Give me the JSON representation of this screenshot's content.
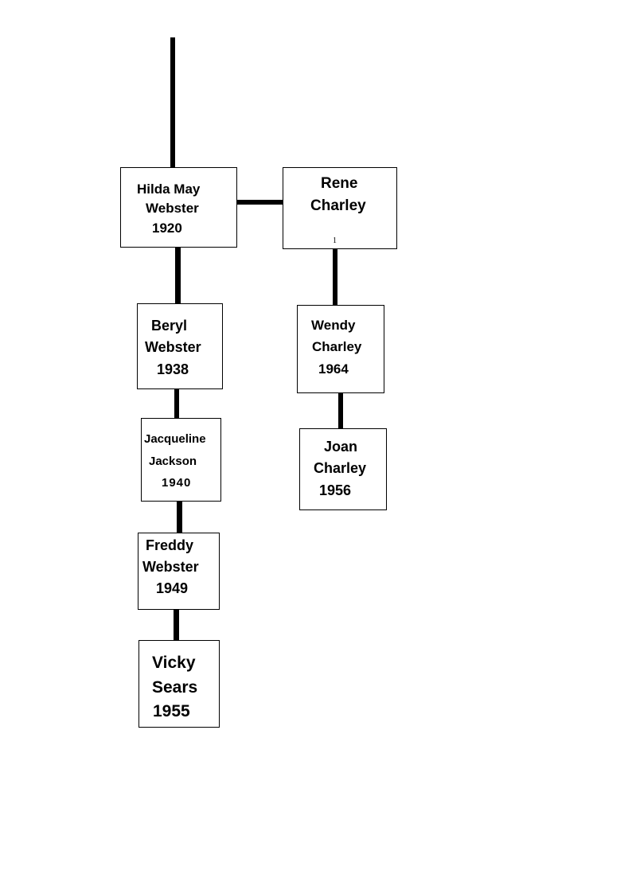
{
  "people": {
    "hilda": {
      "line1": "Hilda May",
      "line2": "Webster",
      "line3": "1920"
    },
    "rene": {
      "line1": "Rene",
      "line2": "Charley",
      "mark": "1"
    },
    "beryl": {
      "line1": "Beryl",
      "line2": "Webster",
      "line3": "1938"
    },
    "wendy": {
      "line1": "Wendy",
      "line2": "Charley",
      "line3": "1964"
    },
    "jacqueline": {
      "line1": "Jacqueline",
      "line2": "Jackson",
      "line3": "1940"
    },
    "joan": {
      "line1": "Joan",
      "line2": "Charley",
      "line3": "1956"
    },
    "freddy": {
      "line1": "Freddy",
      "line2": "Webster",
      "line3": "1949"
    },
    "vicky": {
      "line1": "Vicky",
      "line2": "Sears",
      "line3": "1955"
    }
  }
}
